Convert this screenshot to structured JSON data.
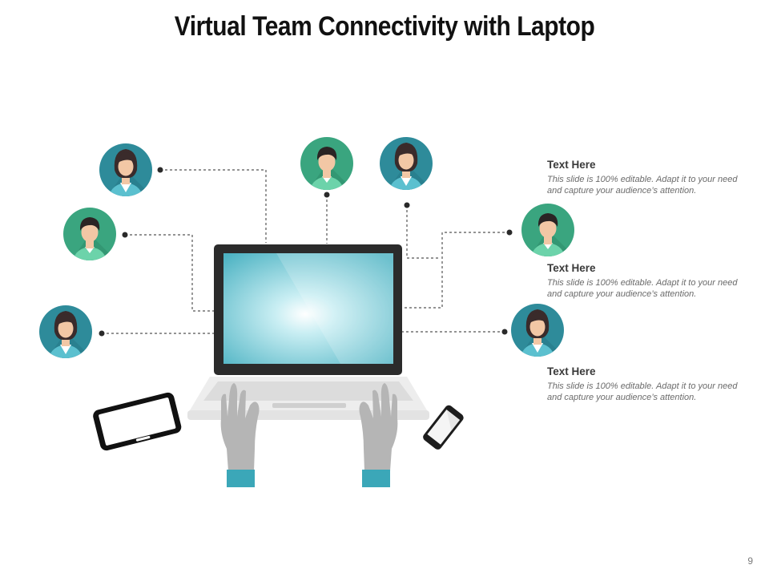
{
  "slide": {
    "title": "Virtual Team Connectivity with Laptop",
    "page_number": "9"
  },
  "text_blocks": [
    {
      "title": "Text Here",
      "body": "This slide is 100% editable. Adapt it to your need and capture your audience’s attention."
    },
    {
      "title": "Text Here",
      "body": "This slide is 100% editable. Adapt it to your need and capture your audience’s attention."
    },
    {
      "title": "Text Here",
      "body": "This slide is 100% editable. Adapt it to your need and capture your audience’s attention."
    }
  ],
  "colors": {
    "teal_dark": "#2e8b9a",
    "green": "#3aa57f",
    "screen": "#7fd0dc",
    "laptop_frame": "#2b2b2b",
    "hands": "#b5b5b5",
    "sleeves": "#3ba7b8"
  },
  "icons": [
    "female-avatar-icon",
    "male-avatar-icon",
    "laptop-icon",
    "tablet-icon",
    "smartphone-icon",
    "hand-icon"
  ]
}
